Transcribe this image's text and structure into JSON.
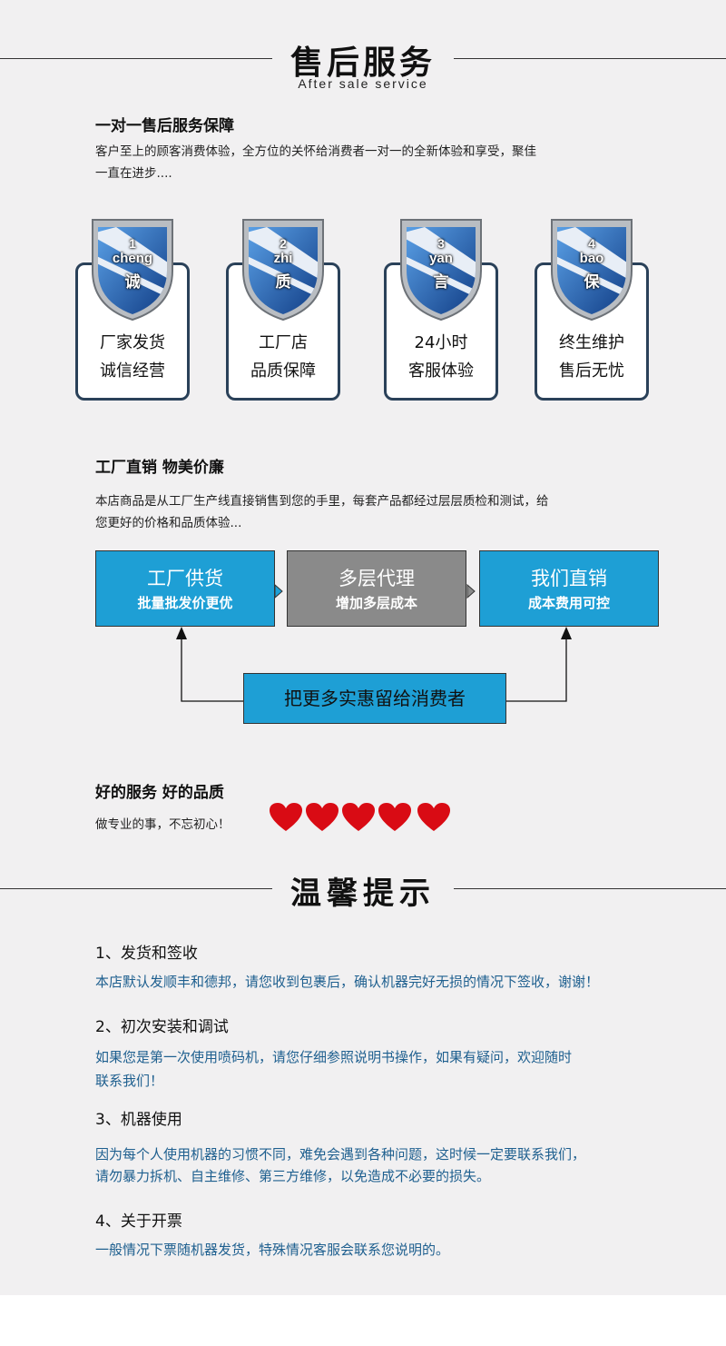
{
  "after_sale": {
    "title": "售后服务",
    "subtitle": "After sale service",
    "heading": "一对一售后服务保障",
    "para_line1": "客户至上的顾客消费体验，全方位的关怀给消费者一对一的全新体验和享受，聚佳",
    "para_line2": "一直在进步...."
  },
  "cards": [
    {
      "num": "1",
      "pinyin": "cheng",
      "char": "诚",
      "line1": "厂家发货",
      "line2": "诚信经营"
    },
    {
      "num": "2",
      "pinyin": "zhi",
      "char": "质",
      "line1": "工厂店",
      "line2": "品质保障"
    },
    {
      "num": "3",
      "pinyin": "yan",
      "char": "言",
      "line1": "24小时",
      "line2": "客服体验"
    },
    {
      "num": "4",
      "pinyin": "bao",
      "char": "保",
      "line1": "终生维护",
      "line2": "售后无忧"
    }
  ],
  "factory": {
    "heading": "工厂直销 物美价廉",
    "para_line1": "本店商品是从工厂生产线直接销售到您的手里，每套产品都经过层层质检和测试，给",
    "para_line2": "您更好的价格和品质体验...",
    "boxes": [
      {
        "title": "工厂供货",
        "sub": "批量批发价更优",
        "color": "#1e9fd5"
      },
      {
        "title": "多层代理",
        "sub": "增加多层成本",
        "color": "#8a8a8a"
      },
      {
        "title": "我们直销",
        "sub": "成本费用可控",
        "color": "#1e9fd5"
      }
    ],
    "bottom": "把更多实惠留给消费者"
  },
  "quality": {
    "heading": "好的服务 好的品质",
    "text": "做专业的事，不忘初心！",
    "hearts": 5,
    "heart_color": "#d90b14"
  },
  "tips": {
    "title": "温馨提示",
    "items": [
      {
        "heading": "1、发货和签收",
        "line1": "本店默认发顺丰和德邦，请您收到包裹后，确认机器完好无损的情况下签收，谢谢！",
        "line2": ""
      },
      {
        "heading": "2、初次安装和调试",
        "line1": "如果您是第一次使用喷码机，请您仔细参照说明书操作，如果有疑问，欢迎随时",
        "line2": "联系我们！"
      },
      {
        "heading": "3、机器使用",
        "line1": "因为每个人使用机器的习惯不同，难免会遇到各种问题，这时候一定要联系我们，",
        "line2": "请勿暴力拆机、自主维修、第三方维修，以免造成不必要的损失。"
      },
      {
        "heading": "4、关于开票",
        "line1": "一般情况下票随机器发货，特殊情况客服会联系您说明的。",
        "line2": ""
      }
    ]
  }
}
